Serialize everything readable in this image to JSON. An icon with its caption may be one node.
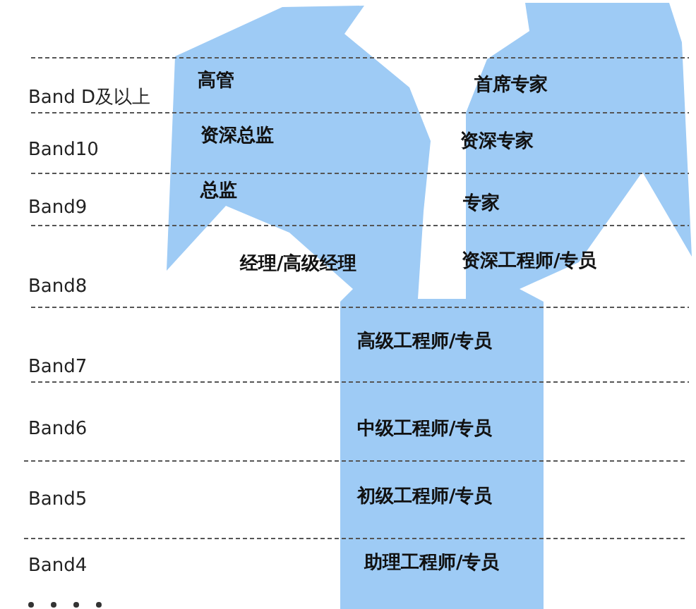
{
  "diagram": {
    "labels": [
      "Band D及以上",
      "高管",
      "首席专家",
      "Band10",
      "资深总监",
      "资深专家",
      "Band9",
      "总监",
      "专家",
      "Band8",
      "经理/高级经理",
      "资深工程师/专员",
      "Band7",
      "高级工程师/专员",
      "Band6",
      "中级工程师/专员",
      "Band5",
      "初级工程师/专员",
      "Band4",
      "助理工程师/专员"
    ]
  }
}
